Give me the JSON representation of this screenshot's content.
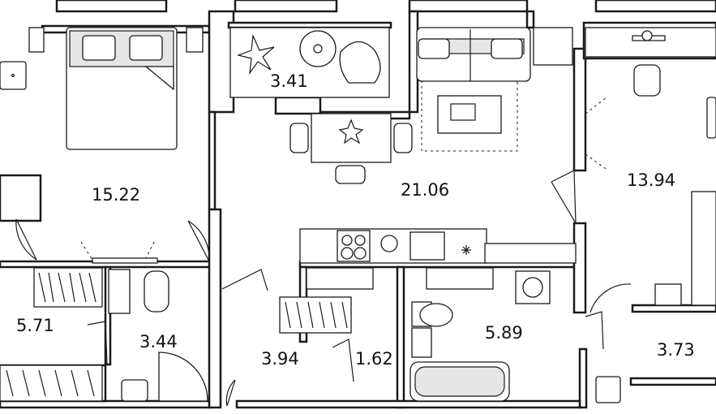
{
  "floor_plan": {
    "rooms": [
      {
        "id": "bedroom-1",
        "area": "15.22"
      },
      {
        "id": "loggia",
        "area": "3.41"
      },
      {
        "id": "kitchen-living",
        "area": "21.06"
      },
      {
        "id": "bedroom-2",
        "area": "13.94"
      },
      {
        "id": "hall-left",
        "area": "5.71"
      },
      {
        "id": "bathroom-1",
        "area": "3.44"
      },
      {
        "id": "corridor",
        "area": "3.94"
      },
      {
        "id": "closet",
        "area": "1.62"
      },
      {
        "id": "bathroom-2",
        "area": "5.89"
      },
      {
        "id": "hall-right",
        "area": "3.73"
      }
    ]
  },
  "colors": {
    "wall": "#1a1a1a",
    "background": "#ffffff",
    "fixture_fill": "#e6e6e6"
  }
}
